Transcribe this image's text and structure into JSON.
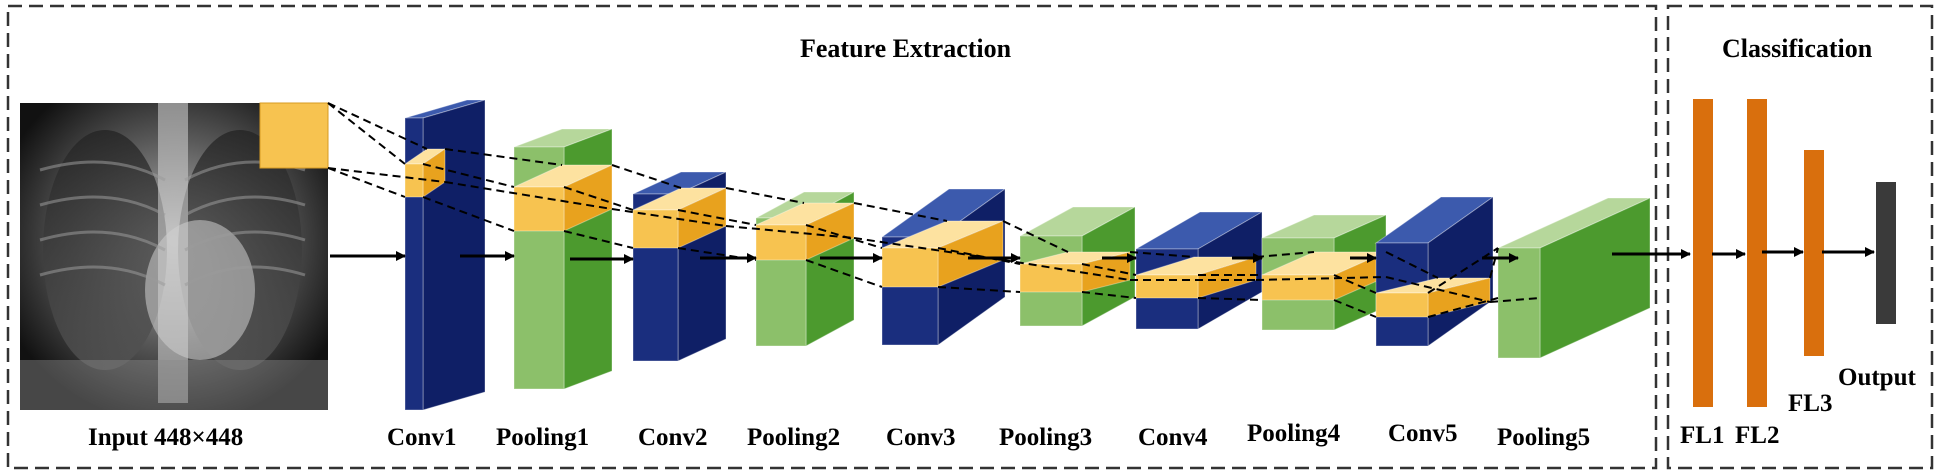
{
  "sections": {
    "feature_extraction": "Feature Extraction",
    "classification": "Classification"
  },
  "input_label": "Input 448×448",
  "layers": [
    {
      "label": "Conv1",
      "kind": "conv"
    },
    {
      "label": "Pooling1",
      "kind": "pool"
    },
    {
      "label": "Conv2",
      "kind": "conv"
    },
    {
      "label": "Pooling2",
      "kind": "pool"
    },
    {
      "label": "Conv3",
      "kind": "conv"
    },
    {
      "label": "Pooling3",
      "kind": "pool"
    },
    {
      "label": "Conv4",
      "kind": "conv"
    },
    {
      "label": "Pooling4",
      "kind": "pool"
    },
    {
      "label": "Conv5",
      "kind": "conv"
    },
    {
      "label": "Pooling5",
      "kind": "pool"
    }
  ],
  "fc_layers": [
    {
      "label": "FL1"
    },
    {
      "label": "FL2"
    },
    {
      "label": "FL3"
    }
  ],
  "output_label": "Output",
  "colors": {
    "conv_front": "#1a2e7e",
    "conv_top": "#3c5aad",
    "conv_side": "#0f1f66",
    "pool_front": "#8cc06a",
    "pool_top": "#b6d79b",
    "pool_side": "#4c9a2e",
    "kernel_front": "#f7c350",
    "kernel_top": "#fde2a0",
    "kernel_side": "#e8a21e",
    "fc": "#d96f0d",
    "output": "#3a3a3a",
    "border": "#333333"
  }
}
